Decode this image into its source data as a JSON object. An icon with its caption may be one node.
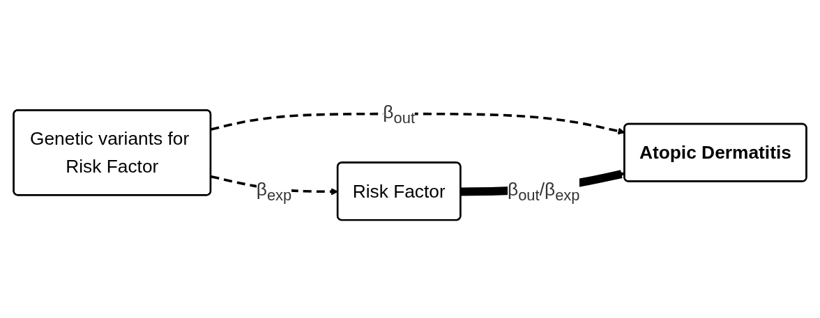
{
  "diagram": {
    "nodes": [
      {
        "text": [
          "Genetic variants for Risk Factor"
        ]
      },
      {
        "text": [
          "Risk Factor"
        ]
      },
      {
        "text": [
          "Atopic Dermatitis"
        ]
      }
    ],
    "edges": [
      {
        "from": 0,
        "to": 1,
        "arrow": "to",
        "style": "dashed",
        "label": "β$_{exp}$"
      },
      {
        "from": 0,
        "to": 2,
        "arrow": "to",
        "style": "dashed",
        "label": "β$_{out}$"
      },
      {
        "from": 1,
        "to": 2,
        "arrow": "to",
        "style": "thick",
        "label": "β$_{out}$/β$_{exp}$"
      }
    ]
  }
}
